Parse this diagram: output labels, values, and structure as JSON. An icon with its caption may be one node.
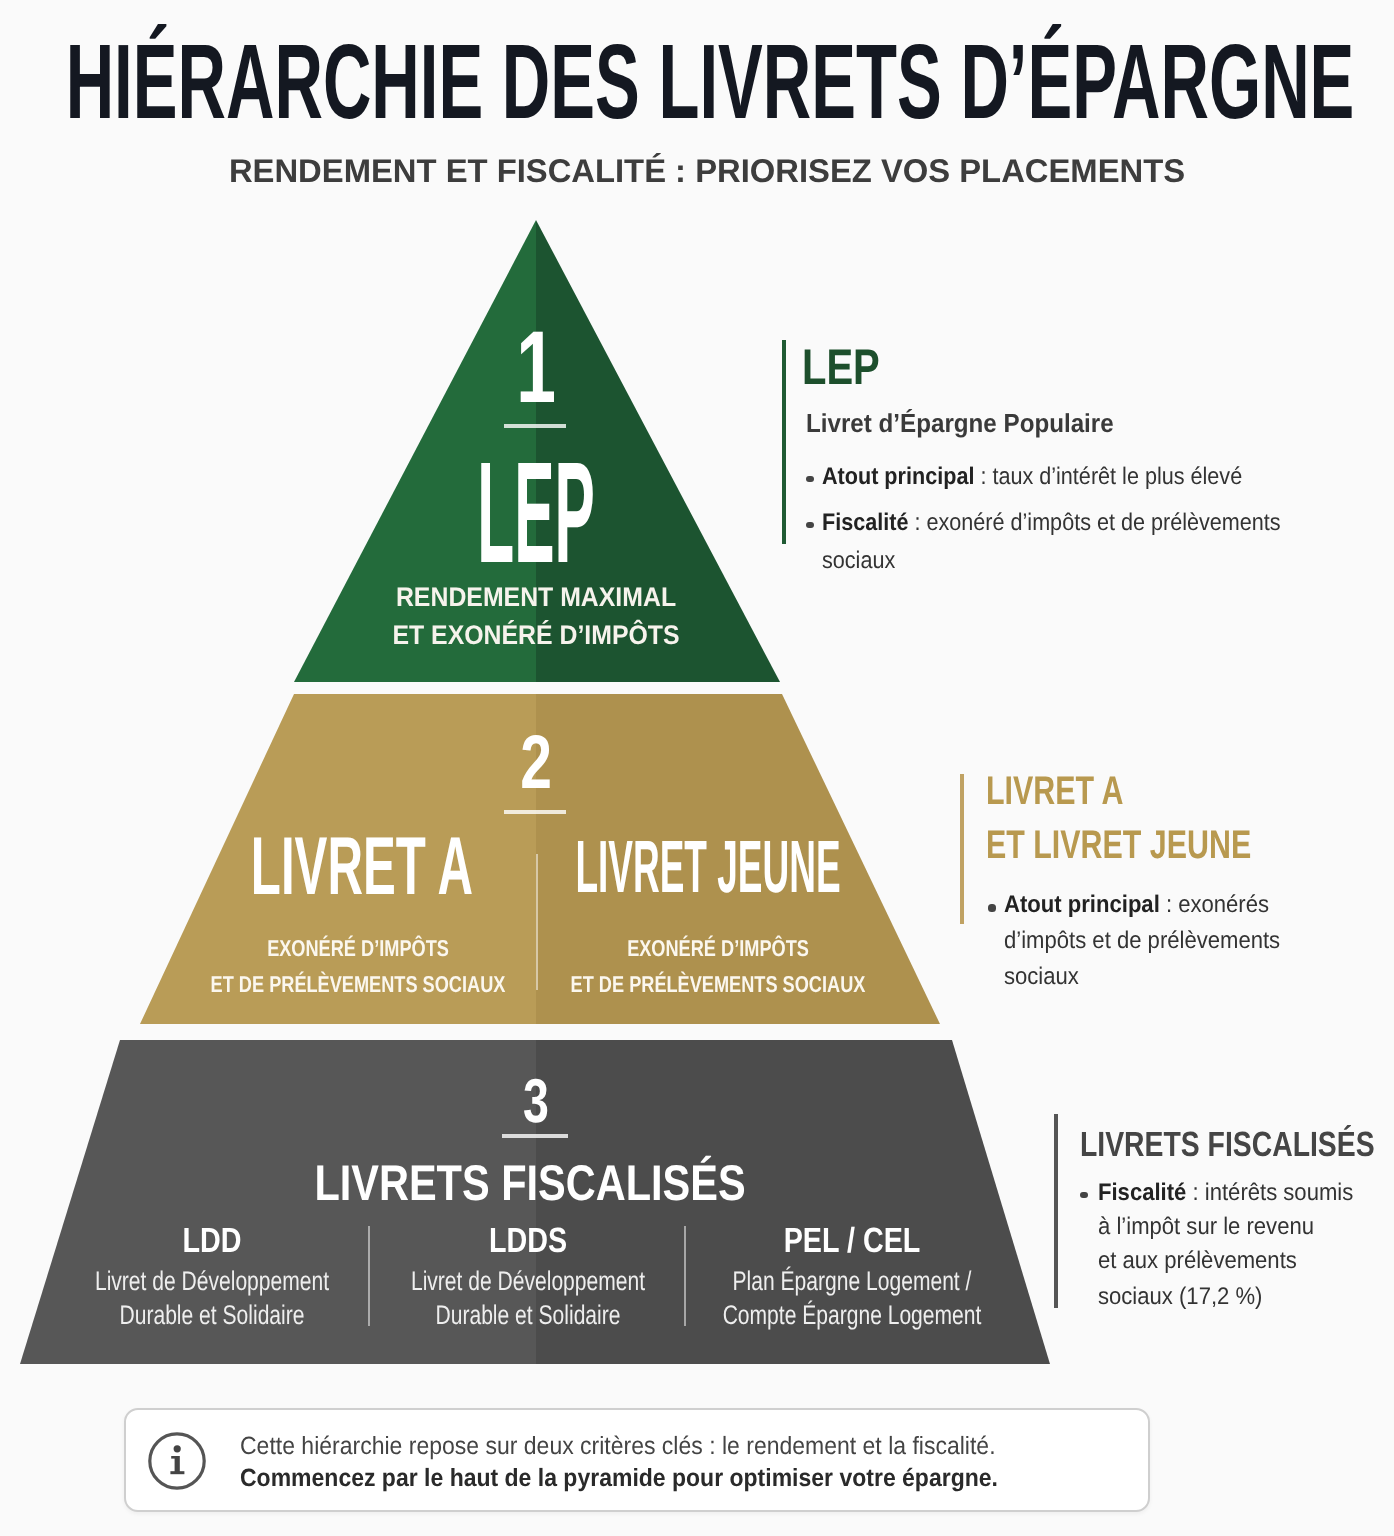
{
  "diagram": {
    "title": "HIÉRARCHIE DES LIVRETS D’ÉPARGNE",
    "nodes": [
      {
        "text": [
          "1",
          "LEP",
          "RENDEMENT MAXIMAL ET EXONÉRÉ D’IMPÔTS"
        ],
        "beside": [
          "LEP",
          "Livret d’Épargne Populaire",
          "**Atout principal** : taux d’intérêt le plus élevé",
          "**Fiscalité** : exonéré d’impôts et de prélèvements sociaux"
        ]
      },
      {
        "text": [
          "2",
          "LIVRET A",
          "EXONÉRÉ D’IMPÔTS ET DE PRÉLÈVEMENTS SOCIAUX",
          "LIVRET JEUNE",
          "EXONÉRÉ D’IMPÔTS ET DE PRÉLÈVEMENTS SOCIAUX"
        ],
        "beside": [
          "LIVRET A ET LIVRET JEUNE",
          "**Atout principal** : exonérés d’impôts et de prélèvements sociaux"
        ]
      },
      {
        "text": [
          "3",
          "LIVRETS FISCALISÉS",
          "LDD",
          "Livret de Développement Durable et Solidaire",
          "LDDS",
          "Livret de Développement Durable et Solidaire",
          "PEL / CEL",
          "Plan Épargne Logement / Compte Épargne Logement"
        ],
        "beside": [
          "LIVRETS FISCALISÉS",
          "**Fiscalité** : intérêts soumis à l’impôt sur le revenu et aux prélèvements sociaux (17,2 %)"
        ]
      },
      {
        "text": [
          "Cette hiérarchie repose sur deux critères clés : le rendement et la fiscalité.",
          "Commencez par le haut de la pyramide pour optimiser votre épargne."
        ]
      }
    ],
    "labels": [
      "RENDEMENT ET FISCALITÉ : PRIORISEZ VOS PLACEMENTS"
    ]
  }
}
